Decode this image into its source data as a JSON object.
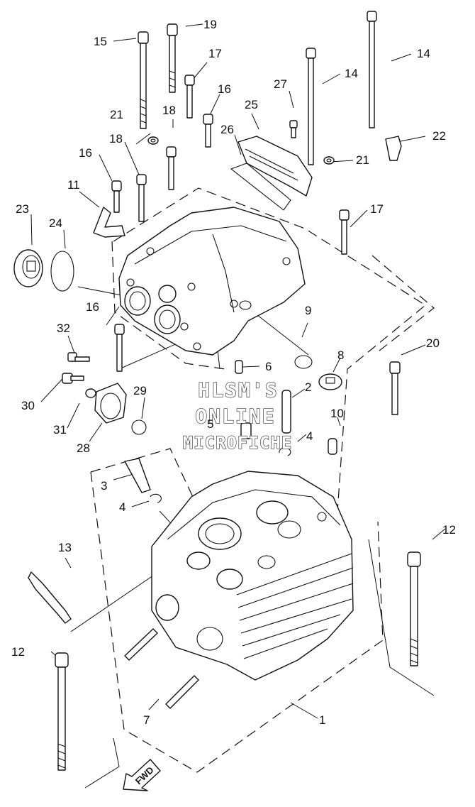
{
  "watermark": {
    "line1": "HLSM'S",
    "line2": "ONLINE",
    "line3": "MICROFICHE"
  },
  "direction_label": "FWD",
  "callouts": {
    "c1": "1",
    "c2": "2",
    "c3": "3",
    "c4a": "4",
    "c4b": "4",
    "c5": "5",
    "c6": "6",
    "c7": "7",
    "c8": "8",
    "c9": "9",
    "c10": "10",
    "c11": "11",
    "c12a": "12",
    "c12b": "12",
    "c13": "13",
    "c14a": "14",
    "c14b": "14",
    "c15": "15",
    "c16a": "16",
    "c16b": "16",
    "c16c": "16",
    "c17a": "17",
    "c17b": "17",
    "c18a": "18",
    "c18b": "18",
    "c19": "19",
    "c20": "20",
    "c21a": "21",
    "c21b": "21",
    "c22": "22",
    "c23": "23",
    "c24": "24",
    "c25": "25",
    "c26": "26",
    "c27": "27",
    "c28": "28",
    "c29": "29",
    "c30": "30",
    "c31": "31",
    "c32": "32"
  }
}
